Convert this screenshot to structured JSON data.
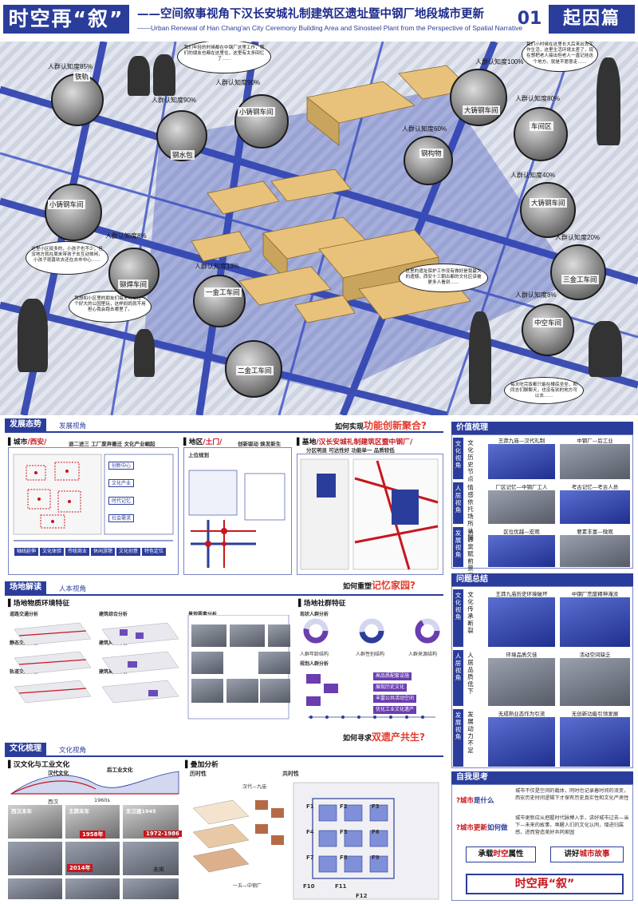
{
  "header": {
    "title": "时空再“叙”",
    "main": "——空间叙事视角下汉长安城礼制建筑区遗址暨中钢厂地段城市更新",
    "sub": "——Urban Renewal of Han Chang'an City Ceremony Building Area and Sinosteel Plant from the Perspective of Spatial Narrative",
    "number": "01",
    "chapter": "起因篇"
  },
  "hero": {
    "bubbles": [
      "我们年轻的时候都在中钢厂这里工作，我们的朋友也都在这里住，这里有太多回忆了……",
      "我们小时候在这里长大后来出去工作生活，这里生活环境太差了，现在想把老人接出但老人一直记挂这个地方。就是不愿意走……",
      "这里小区挺多的，小孩子也不少，但没地方就在周末带孩子去互动体闲，小孩子就喜欢去还在去市中心……",
      "我想和小区里的朋友们每天可以在一个好大的公园里玩，这样妈妈就不用担心我会跑去哪里了。",
      "这里的遗址保护工作没有做好是我最大的遗憾，西安十三朝古都的文化应该被更多人看到……",
      "每天吃完饭都只能在楼底坐坐，和同志们聊聊天，也没有别的地方可以去……"
    ],
    "circles": [
      "铁轨",
      "小铸钢车间",
      "钢水包",
      "钢构物",
      "大铸钢车间",
      "车间区",
      "大铸钢车间",
      "铆焊车间",
      "小铸钢车间",
      "一金工车间",
      "三金工车间",
      "二金工车间",
      "中空车间"
    ],
    "recognition": [
      "人群认知度85%",
      "人群认知度90%",
      "人群认知度90%",
      "人群认知度100%",
      "人群认知度60%",
      "人群认知度80%",
      "人群认知度40%",
      "人群认知度20%",
      "人群认知度8%",
      "人群认知度13%",
      "人群认知度8%"
    ]
  },
  "development": {
    "title": "发展态势",
    "sub": "发展视角",
    "question1_prefix": "如何实现",
    "question1_red": "功能创新聚合?",
    "city_hdr": "城市",
    "city_red": "/西安/",
    "city_tag": "退二进三  工厂废弃搬迁  文化产业崛起",
    "area_hdr": "地区",
    "area_red": "/土门/",
    "area_tag": "创新驱动  焕发新生",
    "area_plan_title": "上位规划",
    "site_hdr": "基地",
    "site_red": "/汉长安城礼制建筑区暨中钢厂/",
    "site_tags": "分区明显  可达性好  功能单一  品质较低",
    "city_items": [
      "创新中心",
      "文化产业",
      "时代记忆",
      "社会需求"
    ],
    "city_bottom": [
      "轴线延伸",
      "文化体验",
      "传统商业",
      "休闲游憩",
      "文化创意",
      "特色定位"
    ],
    "question2_prefix": "如何重塑",
    "question2_red": "记忆家园?"
  },
  "site_reading": {
    "title": "场地解读",
    "sub": "人本视角",
    "physical_hdr": "场地物质环境特征",
    "physical_cols": [
      "道路交通分析",
      "建筑综合分析",
      "景观要素分析"
    ],
    "physical_rows": [
      "静态交通分析",
      "轨道交通分析",
      "建筑风貌分析",
      "建筑高度分析"
    ],
    "social_hdr": "场地社群特征",
    "social_items": [
      "现状人群分析",
      "人群年龄结构",
      "人群性别结构",
      "人群来源结构",
      "规划人群分析"
    ],
    "social_tags": [
      "高品质配套设施",
      "展现历史文化",
      "丰富公共活动空间",
      "优化工业文化遗产"
    ],
    "question_prefix": "如何寻求",
    "question_red": "双遗产共生?"
  },
  "culture": {
    "title": "文化梳理",
    "sub": "文化视角",
    "timeline_hdr": "汉文化与工业文化",
    "timeline_labels": [
      "汉代文化",
      "后工业文化"
    ],
    "years": [
      "西汉",
      "1960s",
      "西汉末年",
      "王莽末年",
      "东汉建1945",
      "1958年",
      "1972-1986",
      "2014年",
      "未来"
    ],
    "overlay_hdr": "叠加分析",
    "overlay_items": [
      "历时性",
      "共时性",
      "汉代—九庙",
      "一五—中钢厂"
    ],
    "f_labels": [
      "F1",
      "F2",
      "F3",
      "F4",
      "F5",
      "F6",
      "F7",
      "F8",
      "F9",
      "F10",
      "F11",
      "F12"
    ]
  },
  "value": {
    "title": "价值梳理",
    "rows": [
      {
        "tab": "文化视角",
        "desc": "文化历史节点",
        "caps": [
          "王莽九庙—汉代礼制",
          "中钢厂—后工业"
        ]
      },
      {
        "tab": "人居视角",
        "desc": "情感依托场所认同",
        "caps": [
          "厂区记忆—中钢厂工人",
          "考古记忆—考古人员"
        ]
      },
      {
        "tab": "发展视角",
        "desc": "资源禀赋前景优越",
        "caps": [
          "区位优越—宏观",
          "要素丰富—微观"
        ]
      }
    ]
  },
  "problems": {
    "title": "问题总结",
    "rows": [
      {
        "tab": "文化视角",
        "desc": "文化传承断裂",
        "caps": [
          "王莽九庙历史环境破坏",
          "中钢厂荒废精神淹没"
        ]
      },
      {
        "tab": "人居视角",
        "desc": "人居品质低下",
        "caps": [
          "环境品质欠佳",
          "活动空间缺乏"
        ]
      },
      {
        "tab": "发展视角",
        "desc": "发展动力不足",
        "caps": [
          "无成熟业态作为引流",
          "无创新功能引领发展"
        ]
      }
    ]
  },
  "reflection": {
    "title": "自我思考",
    "q1_red": "?城市",
    "q1": "是什么",
    "t1": "城市不仅是空间的载体，同时也记录着时间的流变，西安历史时间逻辑下才保有历史真实性和文化严肃性",
    "q2_red": "?城市更新",
    "q2": "如何做",
    "t2": "城市更新应从把握时代脉搏入手，讲好城市过去—当下—未来的故事，唤醒人们的文化认同，增进归属感，进而营造美好共同家园",
    "btn1_prefix": "承载",
    "btn1_red": "时空",
    "btn1_suffix": "属性",
    "btn2_prefix": "讲好",
    "btn2_red": "城市故事",
    "final": "时空再“叙”"
  },
  "colors": {
    "primary": "#2b3d9b",
    "accent": "#c8161d",
    "building": "#e8c27a"
  }
}
